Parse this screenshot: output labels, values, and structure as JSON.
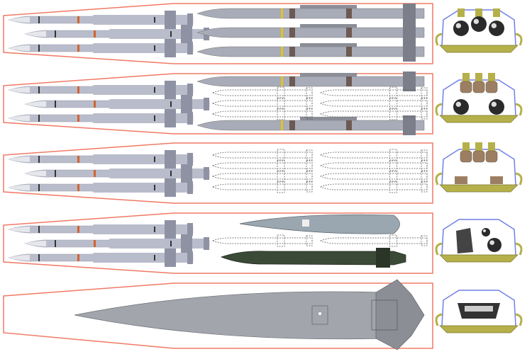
{
  "colors": {
    "bay_outline": "#f07a66",
    "missile_body": "#b9bccb",
    "missile_dark": "#8e92a3",
    "long_missile_body": "#a8abb8",
    "ghost_outline": "#555555",
    "bay_door": "#b5b04a",
    "bay_frame": "#6f7fe6",
    "weapon_dark": "#2a2a2a",
    "brown_store": "#9c7f63",
    "green_bomb": "#3b4a36",
    "glide_body": "#9aa6b0",
    "hypersonic_body": "#a2a5ab"
  },
  "panels": [
    {
      "short_missiles": 3,
      "long_missiles": 3,
      "ghost_missiles": 0,
      "special": "none",
      "bay_view": "three-dark"
    },
    {
      "short_missiles": 3,
      "long_missiles": 2,
      "ghost_missiles": 6,
      "special": "none",
      "bay_view": "three-brown-two-dark"
    },
    {
      "short_missiles": 3,
      "long_missiles": 0,
      "ghost_missiles": 8,
      "special": "none",
      "bay_view": "three-brown-two-brown"
    },
    {
      "short_missiles": 3,
      "long_missiles": 0,
      "ghost_missiles": 2,
      "special": "glide-and-bomb",
      "bay_view": "large-dark"
    },
    {
      "short_missiles": 0,
      "long_missiles": 0,
      "ghost_missiles": 0,
      "special": "hypersonic",
      "bay_view": "wide-dark"
    }
  ]
}
